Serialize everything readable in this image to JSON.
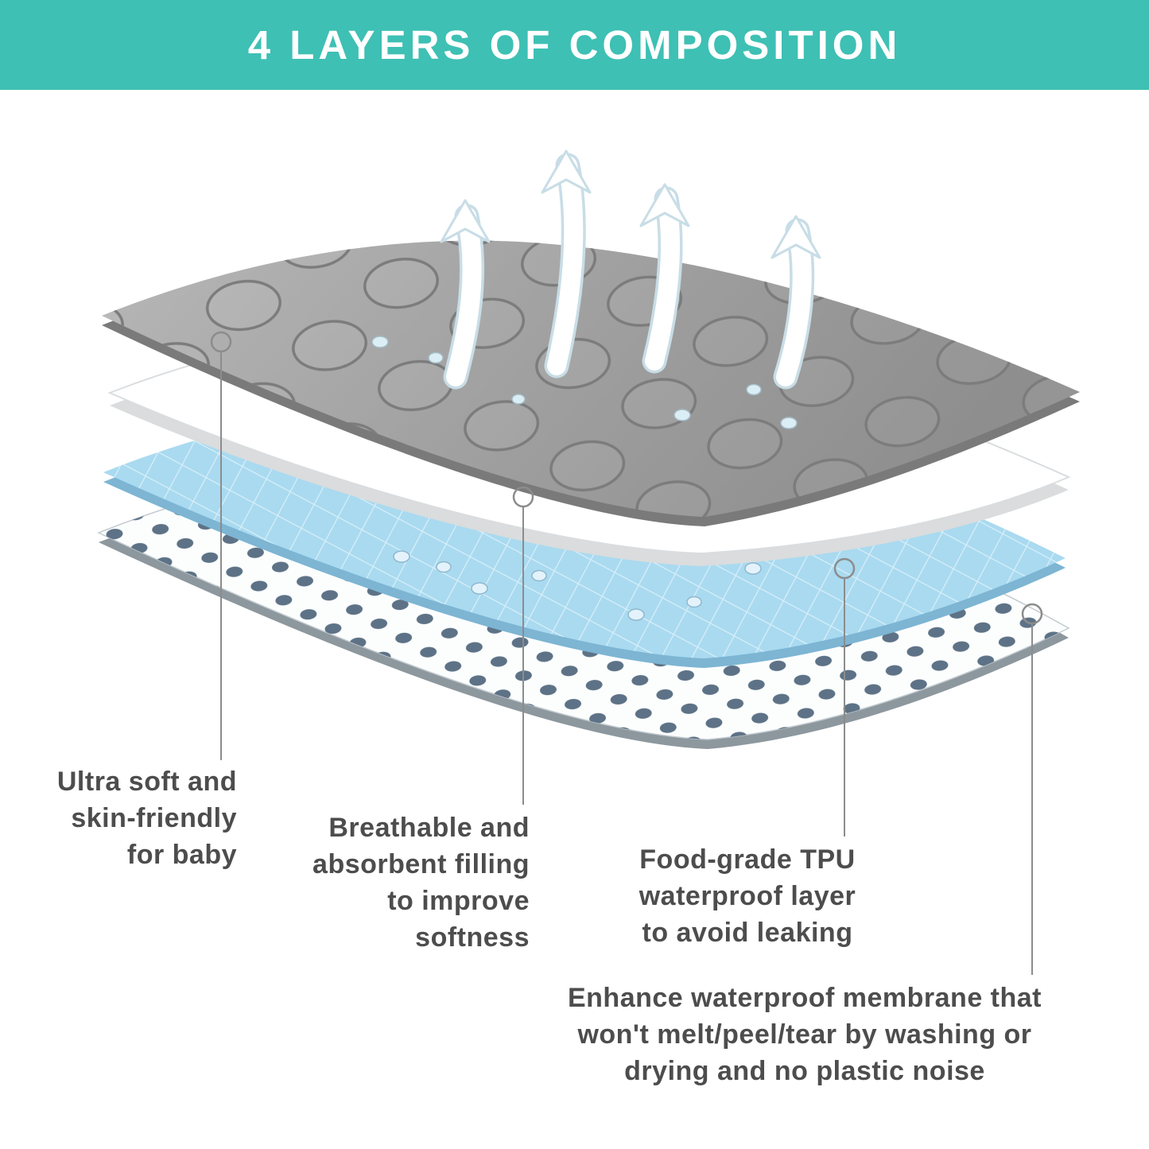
{
  "banner": {
    "title": "4 LAYERS OF COMPOSITION",
    "bg_color": "#3ec0b4",
    "text_color": "#ffffff"
  },
  "colors": {
    "quilted_layer": "#a6a6a6",
    "filling_layer": "#ffffff",
    "tpu_layer": "#a9daf0",
    "membrane_dot": "#5d7286",
    "label_text": "#4d4d4d"
  },
  "callouts": [
    {
      "lines": [
        "Ultra soft and",
        "skin-friendly",
        "for baby"
      ]
    },
    {
      "lines": [
        "Breathable and",
        "absorbent filling",
        "to improve softness"
      ]
    },
    {
      "lines": [
        "Food-grade TPU",
        "waterproof layer",
        "to avoid leaking"
      ]
    },
    {
      "lines": [
        "Enhance waterproof membrane that",
        "won't melt/peel/tear by washing or",
        "drying and no plastic noise"
      ]
    }
  ]
}
